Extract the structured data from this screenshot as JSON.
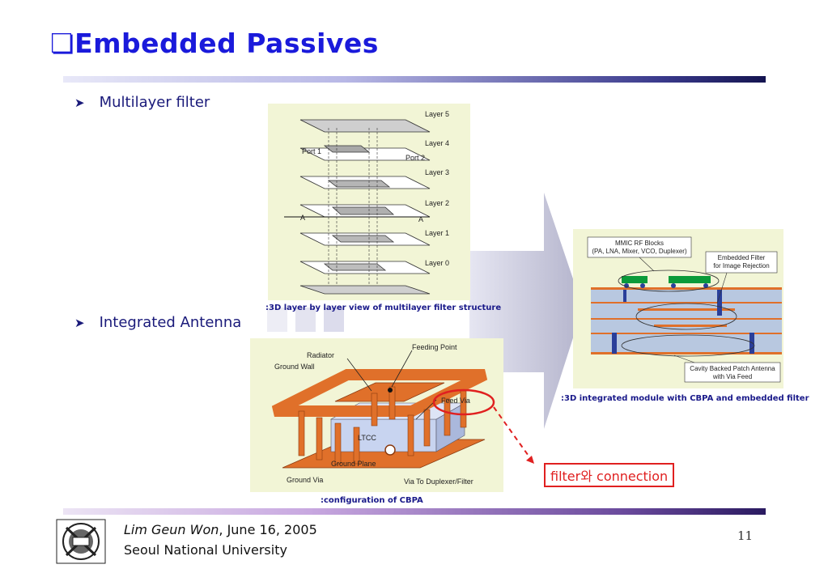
{
  "title": "❏Embedded Passives",
  "bullets": {
    "b1": "Multilayer filter",
    "b2": "Integrated Antenna"
  },
  "figure1": {
    "caption": ":3D layer by layer view of multilayer filter structure",
    "labels": {
      "layer5": "Layer 5",
      "layer4": "Layer 4",
      "layer3": "Layer 3",
      "layer2": "Layer 2",
      "layer1": "Layer 1",
      "layer0": "Layer 0",
      "port1": "Port 1",
      "port2": "Port 2",
      "a_left": "A",
      "a_right": "A"
    }
  },
  "figure2": {
    "caption": ":configuration of CBPA",
    "labels": {
      "radiator": "Radiator",
      "ground_wall": "Ground Wall",
      "feeding_point": "Feeding Point",
      "feed_via": "Feed Via",
      "ltcc": "LTCC",
      "ground_plane": "Ground Plane",
      "ground_via": "Ground Via",
      "via_to_duplexer": "Via To Duplexer/Filter"
    }
  },
  "figure3": {
    "caption": ":3D integrated module with CBPA and embedded filter",
    "labels": {
      "mmic_line1": "MMIC RF Blocks",
      "mmic_line2": "(PA, LNA, Mixer, VCO, Duplexer)",
      "filter_line1": "Embedded Filter",
      "filter_line2": "for Image Rejection",
      "cbpa_line1": "Cavity Backed Patch Antenna",
      "cbpa_line2": "with Via Feed"
    }
  },
  "callout": {
    "text": "filter와 connection"
  },
  "footer": {
    "author": "Lim Geun Won",
    "date": ", June 16, 2005",
    "university": "Seoul National University",
    "page": "11"
  },
  "colors": {
    "title": "#1a1adb",
    "panel": "#f2f5d6",
    "copper": "#e0702a",
    "callout": "#e02020"
  }
}
